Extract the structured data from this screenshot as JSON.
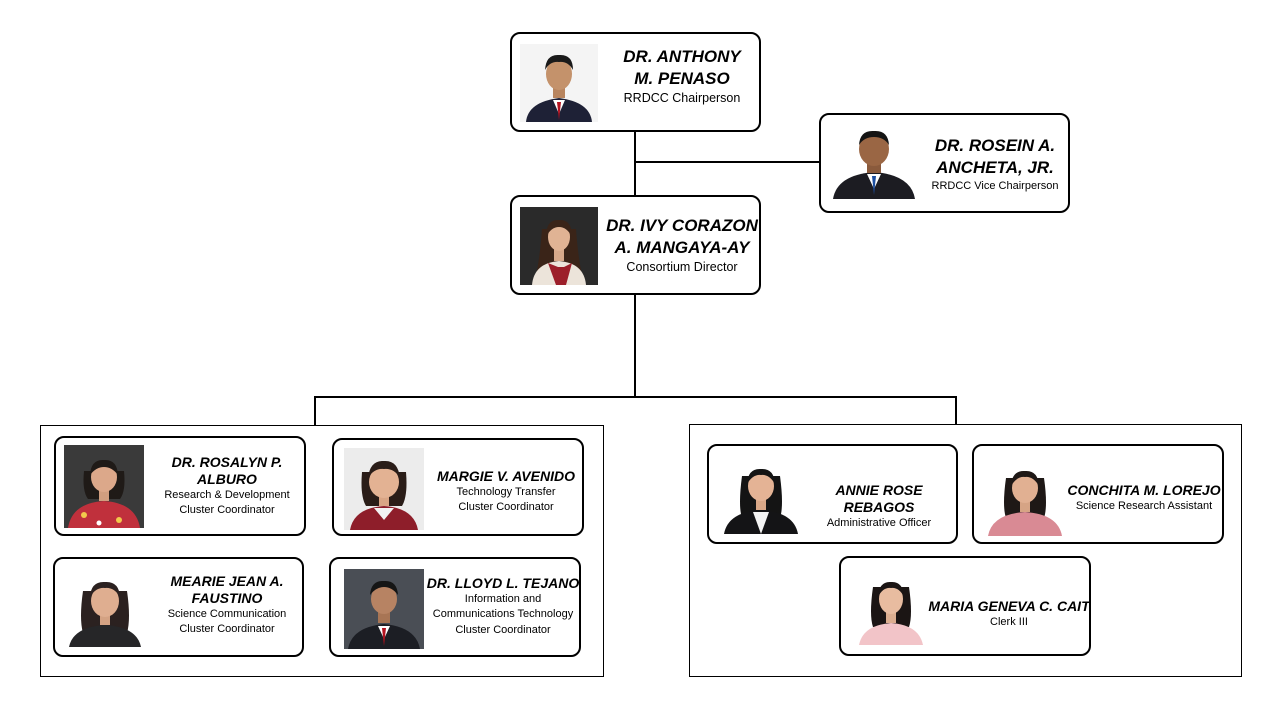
{
  "colors": {
    "border": "#000000",
    "background": "#ffffff"
  },
  "chairperson": {
    "name": "DR. ANTHONY\nM. PENASO",
    "role": "RRDCC Chairperson"
  },
  "vice_chairperson": {
    "name": "DR. ROSEIN A.\nANCHETA, JR.",
    "role": "RRDCC Vice Chairperson"
  },
  "director": {
    "name": "DR. IVY CORAZON\nA. MANGAYA-AY",
    "role": "Consortium Director"
  },
  "left_group": [
    {
      "name": "DR. ROSALYN P.\nALBURO",
      "role": "Research & Development\nCluster Coordinator"
    },
    {
      "name": "MARGIE V. AVENIDO",
      "role": "Technology Transfer\nCluster Coordinator"
    },
    {
      "name": "MEARIE JEAN A.\nFAUSTINO",
      "role": "Science Communication\nCluster Coordinator"
    },
    {
      "name": "DR. LLOYD L. TEJANO",
      "role": "Information and\nCommunications Technology\nCluster Coordinator"
    }
  ],
  "right_group": [
    {
      "name": "ANNIE ROSE REBAGOS",
      "role": "Administrative Officer"
    },
    {
      "name": "CONCHITA M. LOREJO",
      "role": "Science Research Assistant"
    },
    {
      "name": "MARIA GENEVA C. CAIT",
      "role": "Clerk III"
    }
  ]
}
